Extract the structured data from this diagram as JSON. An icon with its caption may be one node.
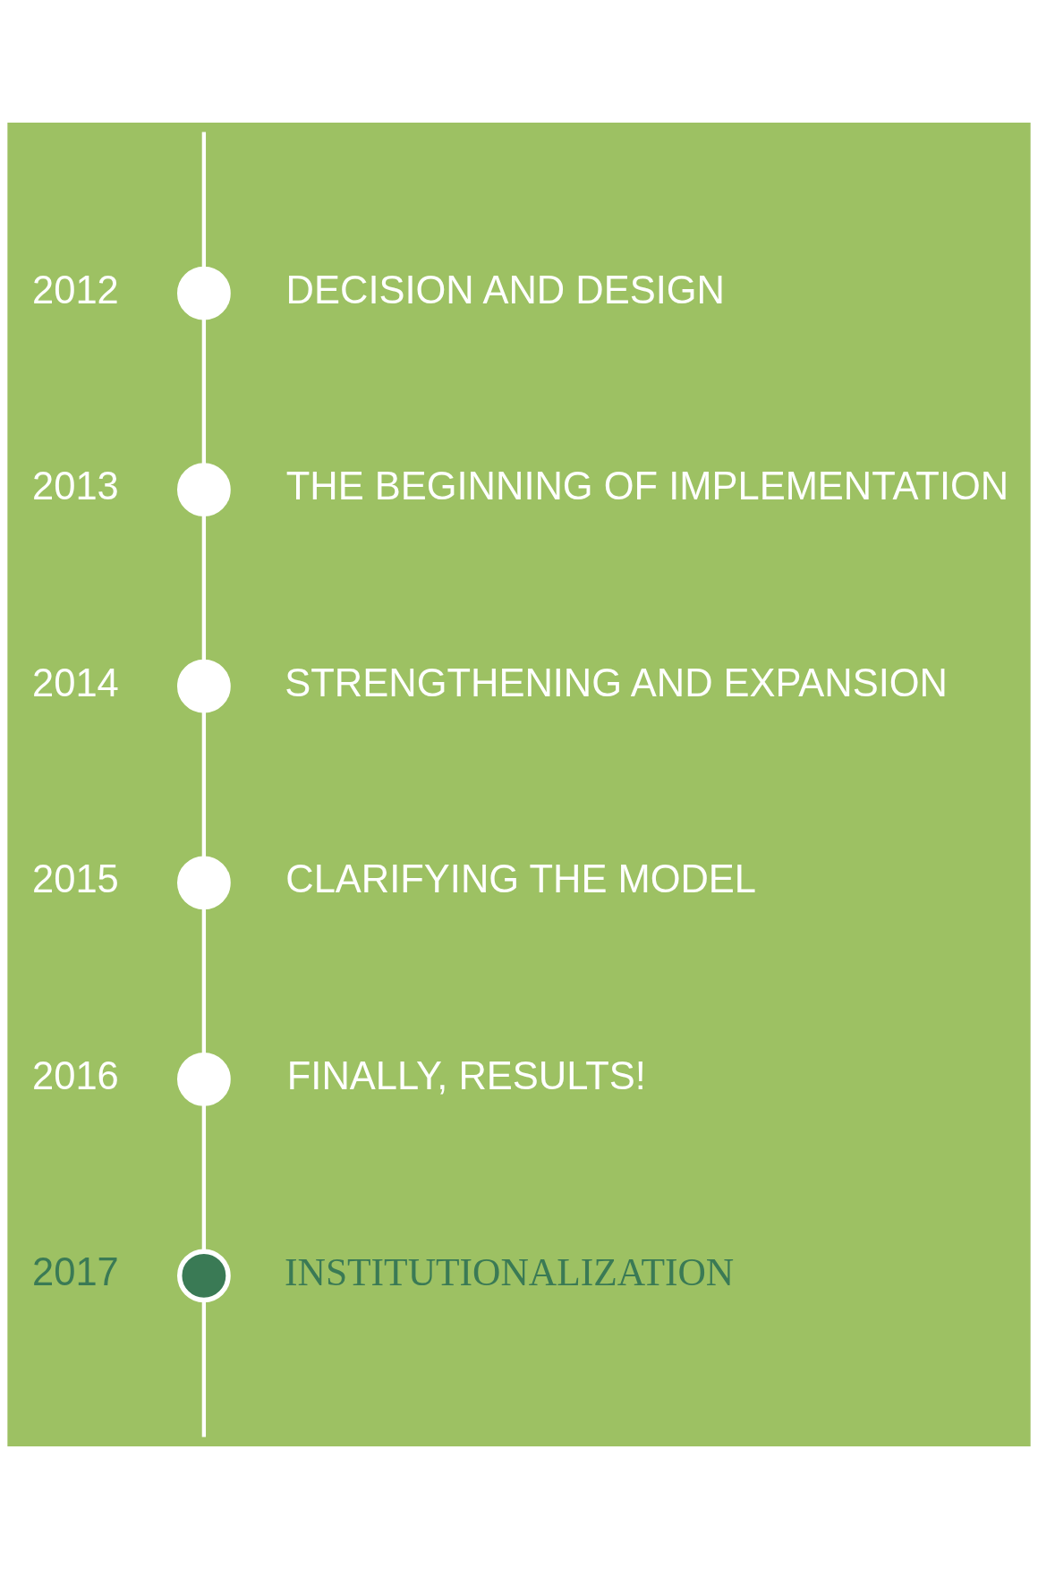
{
  "diagram": {
    "nodes": [
      {
        "text": [],
        "shape": "circle",
        "beside": [
          "2012",
          "DECISION AND DESIGN"
        ]
      },
      {
        "text": [],
        "shape": "circle",
        "beside": [
          "2013",
          "THE BEGINNING OF IMPLEMENTATION"
        ]
      },
      {
        "text": [],
        "shape": "circle",
        "beside": [
          "2014",
          "STRENGTHENING AND EXPANSION"
        ]
      },
      {
        "text": [],
        "shape": "circle",
        "beside": [
          "2015",
          "CLARIFYING THE MODEL"
        ]
      },
      {
        "text": [],
        "shape": "circle",
        "beside": [
          "2016",
          "FINALLY, RESULTS!"
        ]
      },
      {
        "text": [],
        "shape": "circle",
        "beside": [
          "2017",
          "INSTITUTIONALIZATION"
        ]
      }
    ],
    "edges": [
      {
        "from": null,
        "to": 0,
        "arrow": "none"
      },
      {
        "from": 0,
        "to": 1,
        "arrow": "none"
      },
      {
        "from": 1,
        "to": 2,
        "arrow": "none"
      },
      {
        "from": 2,
        "to": 3,
        "arrow": "none"
      },
      {
        "from": 3,
        "to": 4,
        "arrow": "none"
      },
      {
        "from": 4,
        "to": 5,
        "arrow": "none"
      },
      {
        "from": 5,
        "to": null,
        "arrow": "none"
      }
    ]
  }
}
